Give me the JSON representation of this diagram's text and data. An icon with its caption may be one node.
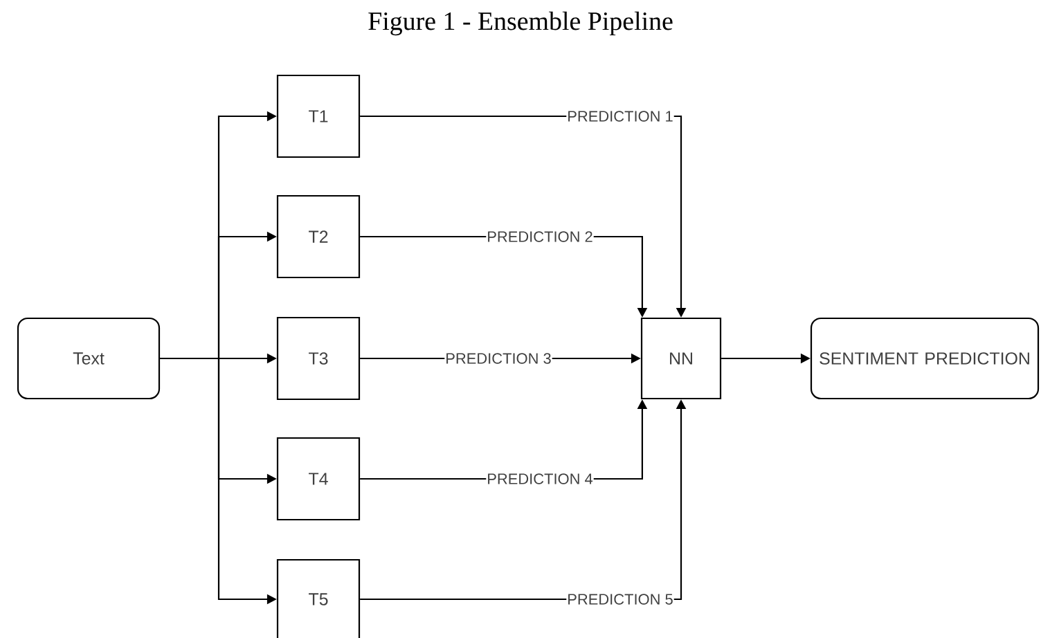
{
  "diagram": {
    "title": "Figure 1 - Ensemble Pipeline",
    "nodes": [
      {
        "text": [
          "Text"
        ]
      },
      {
        "text": [
          "T1"
        ]
      },
      {
        "text": [
          "T2"
        ]
      },
      {
        "text": [
          "T3"
        ]
      },
      {
        "text": [
          "T4"
        ]
      },
      {
        "text": [
          "T5"
        ]
      },
      {
        "text": [
          "NN"
        ]
      },
      {
        "text": [
          "SENTIMENT PREDICTION"
        ]
      }
    ],
    "edges": [
      {
        "from": 0,
        "to": 1,
        "arrow": "to"
      },
      {
        "from": 0,
        "to": 2,
        "arrow": "to"
      },
      {
        "from": 0,
        "to": 3,
        "arrow": "to"
      },
      {
        "from": 0,
        "to": 4,
        "arrow": "to"
      },
      {
        "from": 0,
        "to": 5,
        "arrow": "to"
      },
      {
        "from": 1,
        "to": 6,
        "arrow": "to",
        "label": "PREDICTION 1"
      },
      {
        "from": 2,
        "to": 6,
        "arrow": "to",
        "label": "PREDICTION 2"
      },
      {
        "from": 3,
        "to": 6,
        "arrow": "to",
        "label": "PREDICTION 3"
      },
      {
        "from": 4,
        "to": 6,
        "arrow": "to",
        "label": "PREDICTION 4"
      },
      {
        "from": 5,
        "to": 6,
        "arrow": "to",
        "label": "PREDICTION 5"
      },
      {
        "from": 6,
        "to": 7,
        "arrow": "to"
      }
    ]
  }
}
